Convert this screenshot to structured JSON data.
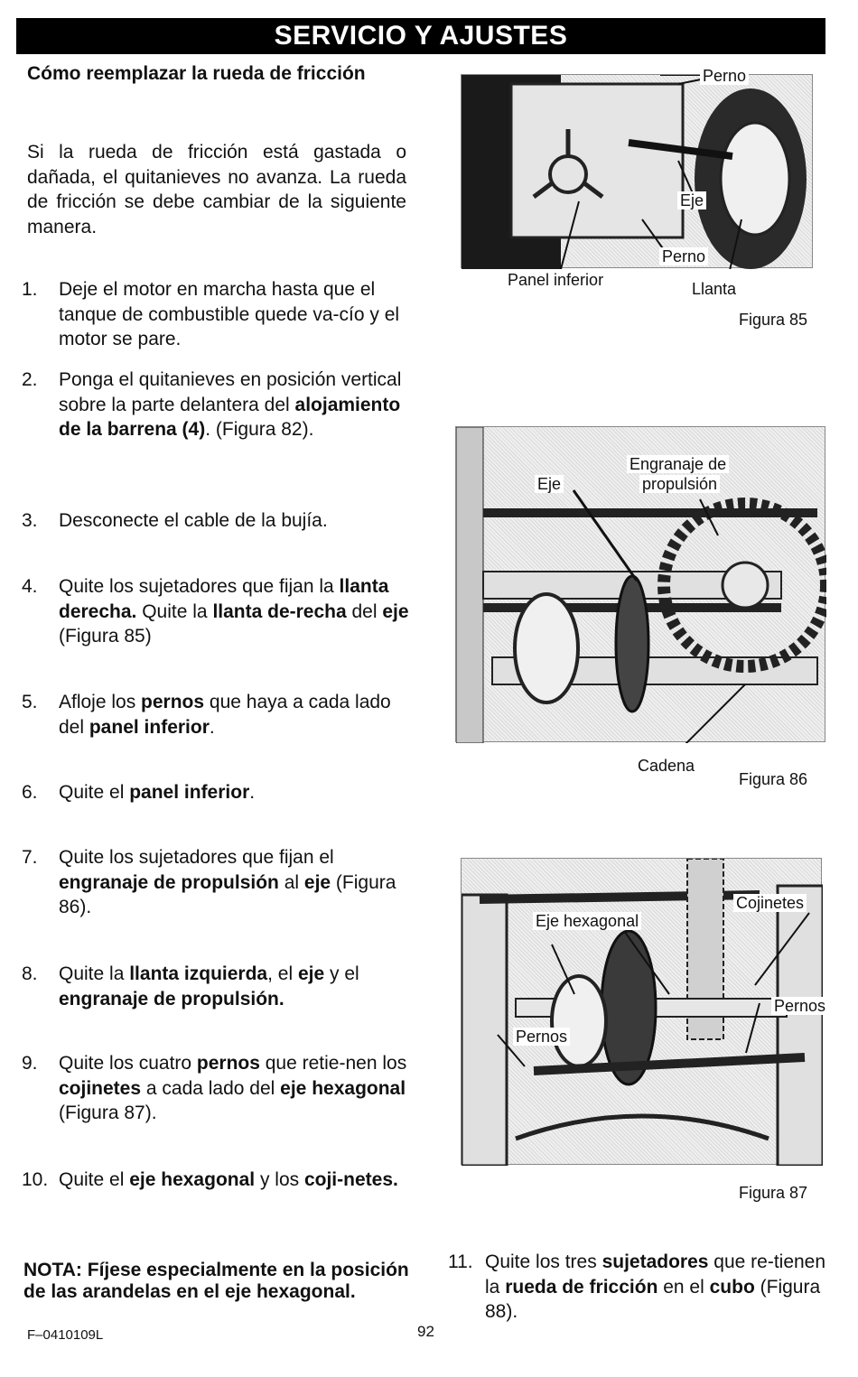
{
  "banner": {
    "title": "SERVICIO Y AJUSTES"
  },
  "heading": "Cómo reemplazar la rueda de fricción",
  "intro": "Si la rueda de fricción está gastada o dañada, el quitanieves no avanza. La rueda de fricción se debe cambiar de la siguiente manera.",
  "steps": [
    {
      "num": "1.",
      "parts": [
        {
          "t": "Deje el motor en marcha hasta que el tanque de combustible quede va-cío y el motor se pare."
        }
      ]
    },
    {
      "num": "2.",
      "parts": [
        {
          "t": " Ponga el quitanieves en posición vertical sobre la parte delantera del "
        },
        {
          "t": "alojamiento de la barrena (4)",
          "b": true
        },
        {
          "t": ". (Figura 82)."
        }
      ]
    },
    {
      "num": "3.",
      "parts": [
        {
          "t": "Desconecte el cable de la bujía."
        }
      ]
    },
    {
      "num": "4.",
      "parts": [
        {
          "t": "Quite los sujetadores que fijan la "
        },
        {
          "t": "llanta derecha.",
          "b": true
        },
        {
          "t": " Quite la "
        },
        {
          "t": "llanta de-recha",
          "b": true
        },
        {
          "t": " del "
        },
        {
          "t": "eje",
          "b": true
        },
        {
          "t": " (Figura 85)"
        }
      ]
    },
    {
      "num": "5.",
      "parts": [
        {
          "t": "Afloje los "
        },
        {
          "t": "pernos",
          "b": true
        },
        {
          "t": " que haya a cada lado del "
        },
        {
          "t": "panel inferior",
          "b": true
        },
        {
          "t": "."
        }
      ]
    },
    {
      "num": "6.",
      "parts": [
        {
          "t": "Quite el "
        },
        {
          "t": "panel inferior",
          "b": true
        },
        {
          "t": "."
        }
      ]
    },
    {
      "num": "7.",
      "parts": [
        {
          "t": "Quite los sujetadores que fijan el "
        },
        {
          "t": "engranaje de propulsión",
          "b": true
        },
        {
          "t": " al "
        },
        {
          "t": "eje",
          "b": true
        },
        {
          "t": " (Figura 86)."
        }
      ]
    },
    {
      "num": "8.",
      "parts": [
        {
          "t": "Quite la "
        },
        {
          "t": "llanta izquierda",
          "b": true
        },
        {
          "t": ", el "
        },
        {
          "t": "eje",
          "b": true
        },
        {
          "t": " y el "
        },
        {
          "t": "engranaje de propulsión.",
          "b": true
        }
      ]
    },
    {
      "num": "9.",
      "parts": [
        {
          "t": "Quite los cuatro "
        },
        {
          "t": "pernos",
          "b": true
        },
        {
          "t": " que retie-nen los "
        },
        {
          "t": "cojinetes",
          "b": true
        },
        {
          "t": " a cada lado del "
        },
        {
          "t": "eje hexagonal",
          "b": true
        },
        {
          "t": " (Figura 87)."
        }
      ]
    },
    {
      "num": "10.",
      "parts": [
        {
          "t": "Quite el "
        },
        {
          "t": "eje hexagonal",
          "b": true
        },
        {
          "t": " y los "
        },
        {
          "t": "coji-netes.",
          "b": true
        }
      ]
    },
    {
      "num": "11.",
      "parts": [
        {
          "t": "Quite los tres "
        },
        {
          "t": "sujetadores",
          "b": true
        },
        {
          "t": " que re-tienen la "
        },
        {
          "t": "rueda de fricción",
          "b": true
        },
        {
          "t": " en el "
        },
        {
          "t": "cubo",
          "b": true
        },
        {
          "t": " (Figura 88)."
        }
      ]
    }
  ],
  "nota": "NOTA: Fíjese especialmente en la posición de las arandelas en el eje hexagonal.",
  "figures": {
    "fig85": {
      "caption": "Figura 85",
      "labels": {
        "perno_top": "Perno",
        "eje": "Eje",
        "perno_bottom": "Perno",
        "panel": "Panel inferior",
        "llanta": "Llanta"
      }
    },
    "fig86": {
      "caption": "Figura 86",
      "labels": {
        "eje": "Eje",
        "engranaje_1": "Engranaje de",
        "engranaje_2": "propulsión",
        "cadena": "Cadena"
      }
    },
    "fig87": {
      "caption": "Figura 87",
      "labels": {
        "cojinetes": "Cojinetes",
        "eje_hex": "Eje hexagonal",
        "pernos_right": "Pernos",
        "pernos_left": "Pernos"
      }
    }
  },
  "footer": {
    "code": "F–0410109L",
    "page": "92"
  }
}
